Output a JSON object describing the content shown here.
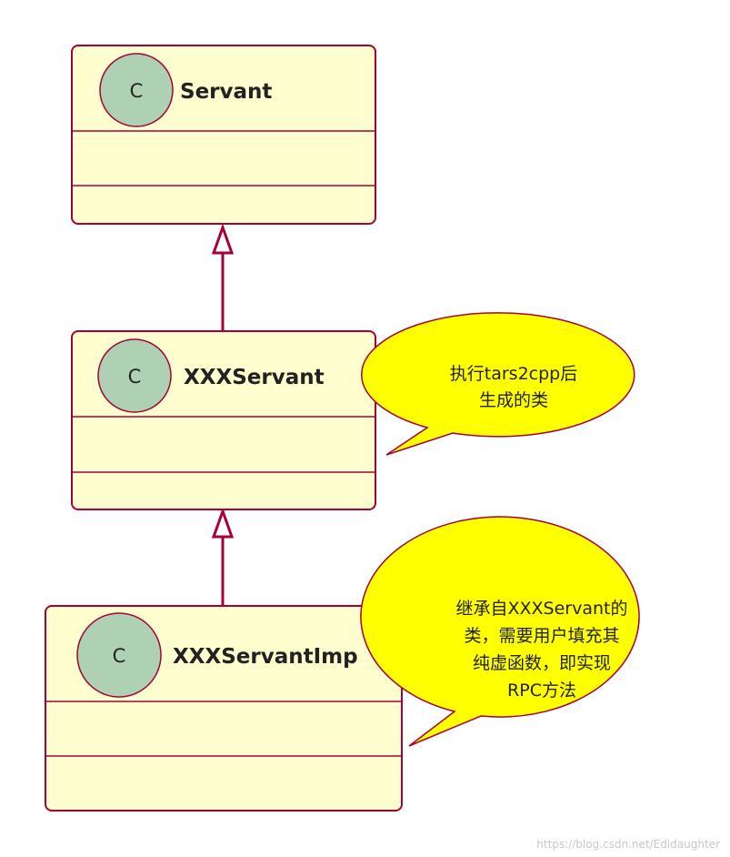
{
  "colors": {
    "class_fill": "#FEFECE",
    "class_border": "#A80036",
    "circle_fill": "#ADD1B2",
    "note_fill": "#FFFF00",
    "arrow": "#A80036",
    "text": "#222222"
  },
  "classes": [
    {
      "stereotype": "C",
      "name": "Servant"
    },
    {
      "stereotype": "C",
      "name": "XXXServant"
    },
    {
      "stereotype": "C",
      "name": "XXXServantImp"
    }
  ],
  "notes": [
    {
      "lines": [
        "执行tars2cpp后",
        "生成的类"
      ]
    },
    {
      "lines": [
        "继承自XXXServant的",
        "类，需要用户填充其",
        "纯虚函数，即实现",
        "RPC方法"
      ]
    }
  ],
  "relations": [
    {
      "type": "inheritance",
      "from": "XXXServant",
      "to": "Servant"
    },
    {
      "type": "inheritance",
      "from": "XXXServantImp",
      "to": "XXXServant"
    }
  ],
  "watermark": "https://blog.csdn.net/Edidaughter"
}
